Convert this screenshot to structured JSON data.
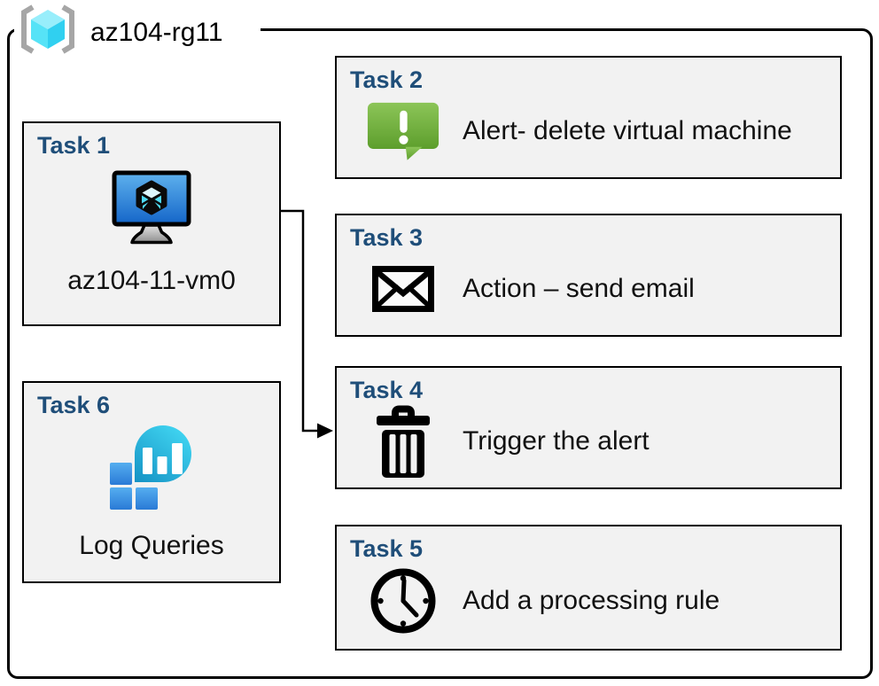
{
  "group": {
    "title": "az104-rg11",
    "icon": "resource-group"
  },
  "tasks": [
    {
      "heading": "Task 1",
      "label": "az104-11-vm0",
      "icon": "virtual-machine"
    },
    {
      "heading": "Task 2",
      "label": "Alert- delete virtual machine",
      "icon": "alert-speech-bubble"
    },
    {
      "heading": "Task 3",
      "label": "Action – send email",
      "icon": "email-envelope"
    },
    {
      "heading": "Task 4",
      "label": "Trigger the alert",
      "icon": "trash-can"
    },
    {
      "heading": "Task 5",
      "label": "Add a processing rule",
      "icon": "clock"
    },
    {
      "heading": "Task 6",
      "label": "Log Queries",
      "icon": "log-analytics"
    }
  ],
  "connector": {
    "from": "task1-vm",
    "to": "task4"
  },
  "colors": {
    "heading_blue": "#1f4e79",
    "box_fill": "#f2f2f2",
    "border": "#000000",
    "alert_green_light": "#8cc558",
    "alert_green_dark": "#5d9e2c",
    "vm_screen_light": "#5fb2ee",
    "vm_screen_dark": "#1465c8",
    "cube_cyan": "#4ed9f3",
    "teal_light": "#41d6f2",
    "teal_dark": "#1592c4",
    "azure_blue_light": "#55aef0",
    "azure_blue_dark": "#2a7ad6",
    "bracket_gray": "#a6a6a6"
  }
}
